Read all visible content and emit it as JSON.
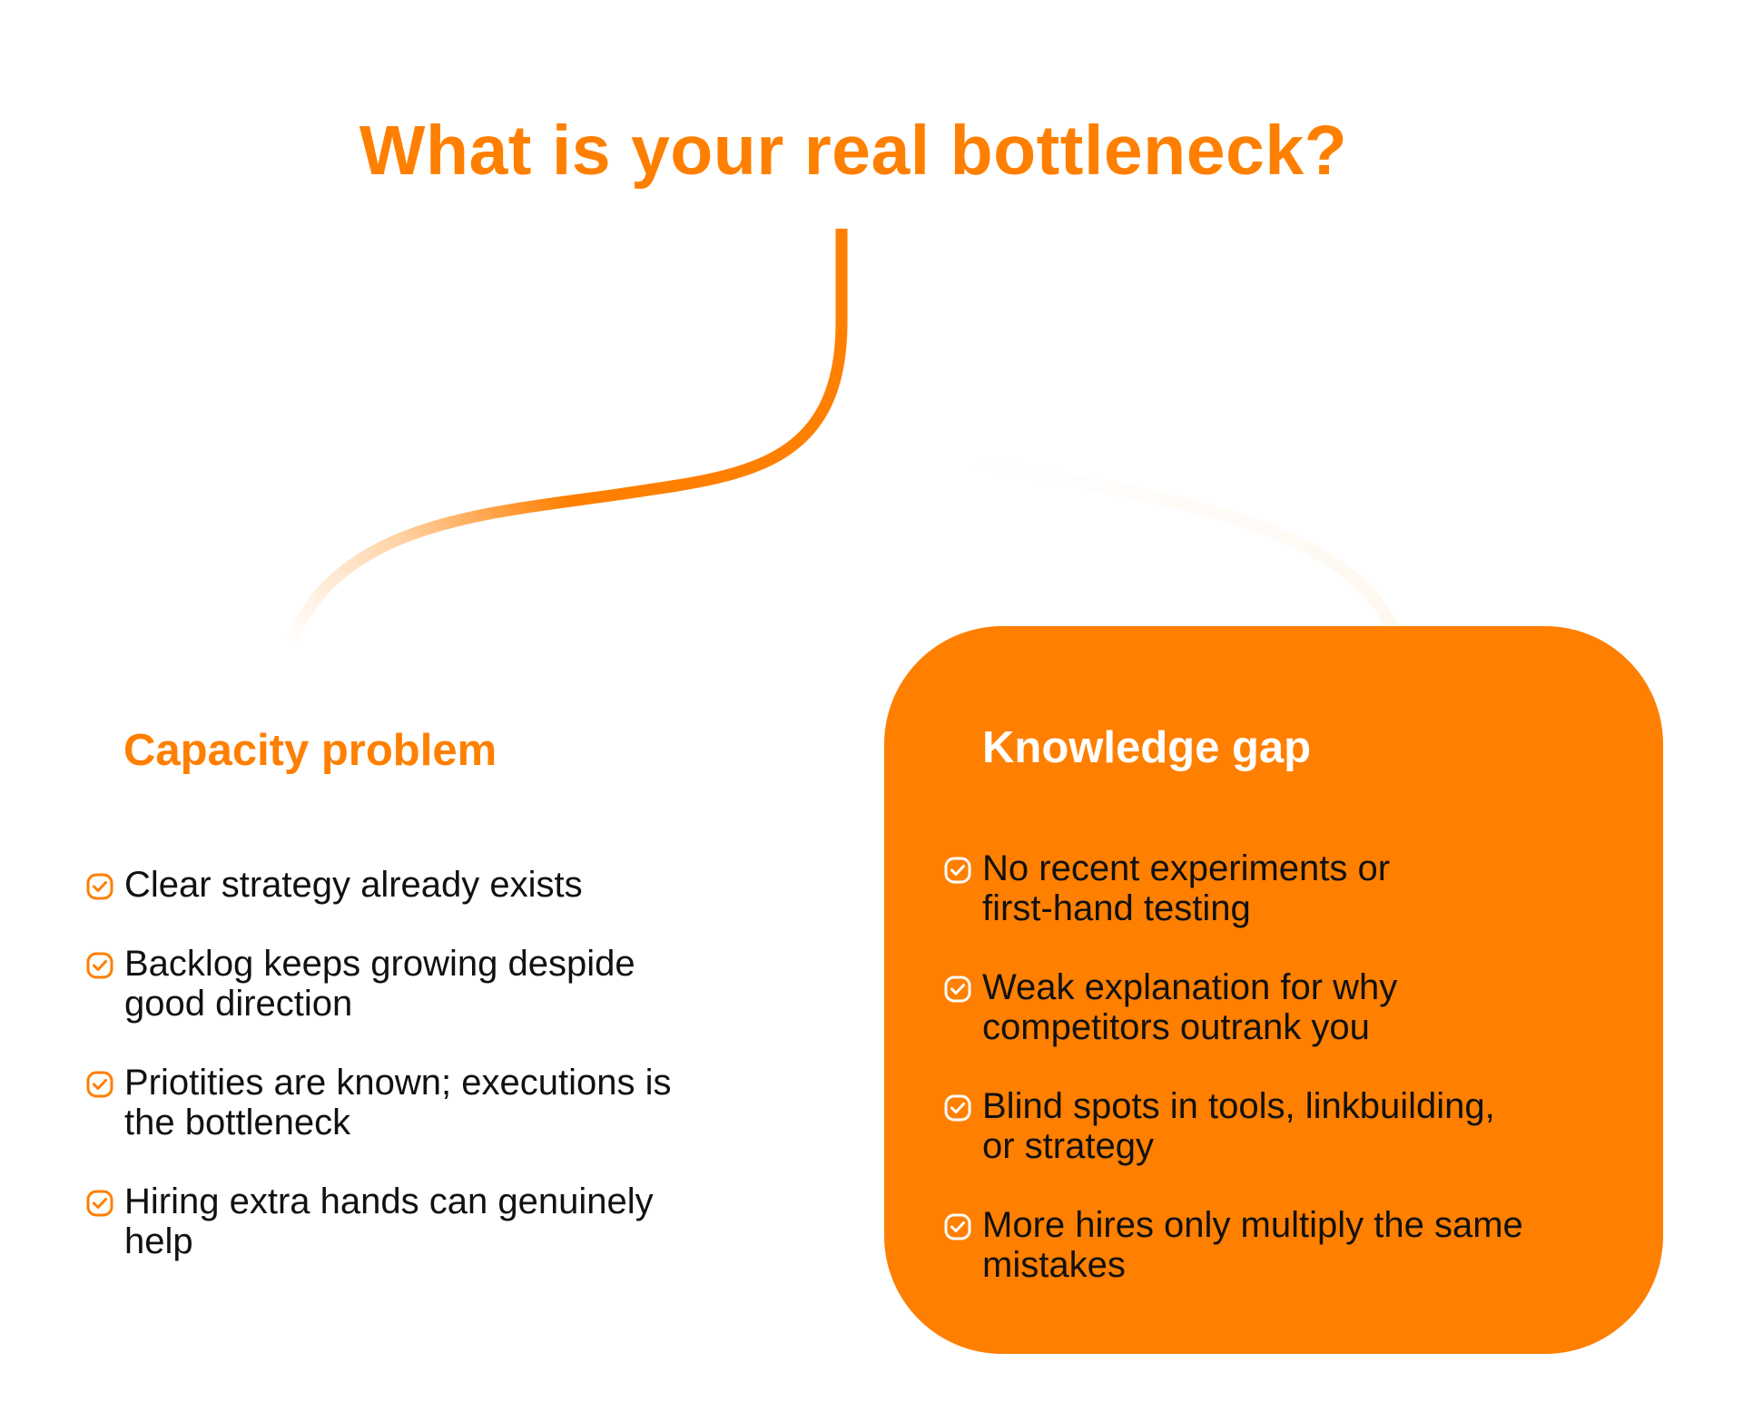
{
  "title": "What is your real bottleneck?",
  "colors": {
    "accent": "#ff7f00",
    "card_text": "#ffffff",
    "body_text": "#111111"
  },
  "left": {
    "heading": "Capacity problem",
    "icon": "check-square-icon",
    "items": [
      [
        "Clear strategy already exists"
      ],
      [
        "Backlog keeps growing despide",
        "good direction"
      ],
      [
        "Priotities are known; executions is",
        "the bottleneck"
      ],
      [
        "Hiring extra hands can genuinely",
        "help"
      ]
    ]
  },
  "right": {
    "heading": "Knowledge gap",
    "icon": "check-square-icon",
    "items": [
      [
        "No recent experiments or",
        "first-hand testing"
      ],
      [
        "Weak explanation for why",
        "competitors outrank you"
      ],
      [
        "Blind spots in tools, linkbuilding,",
        "or strategy"
      ],
      [
        "More hires only multiply the same",
        "mistakes"
      ]
    ]
  }
}
